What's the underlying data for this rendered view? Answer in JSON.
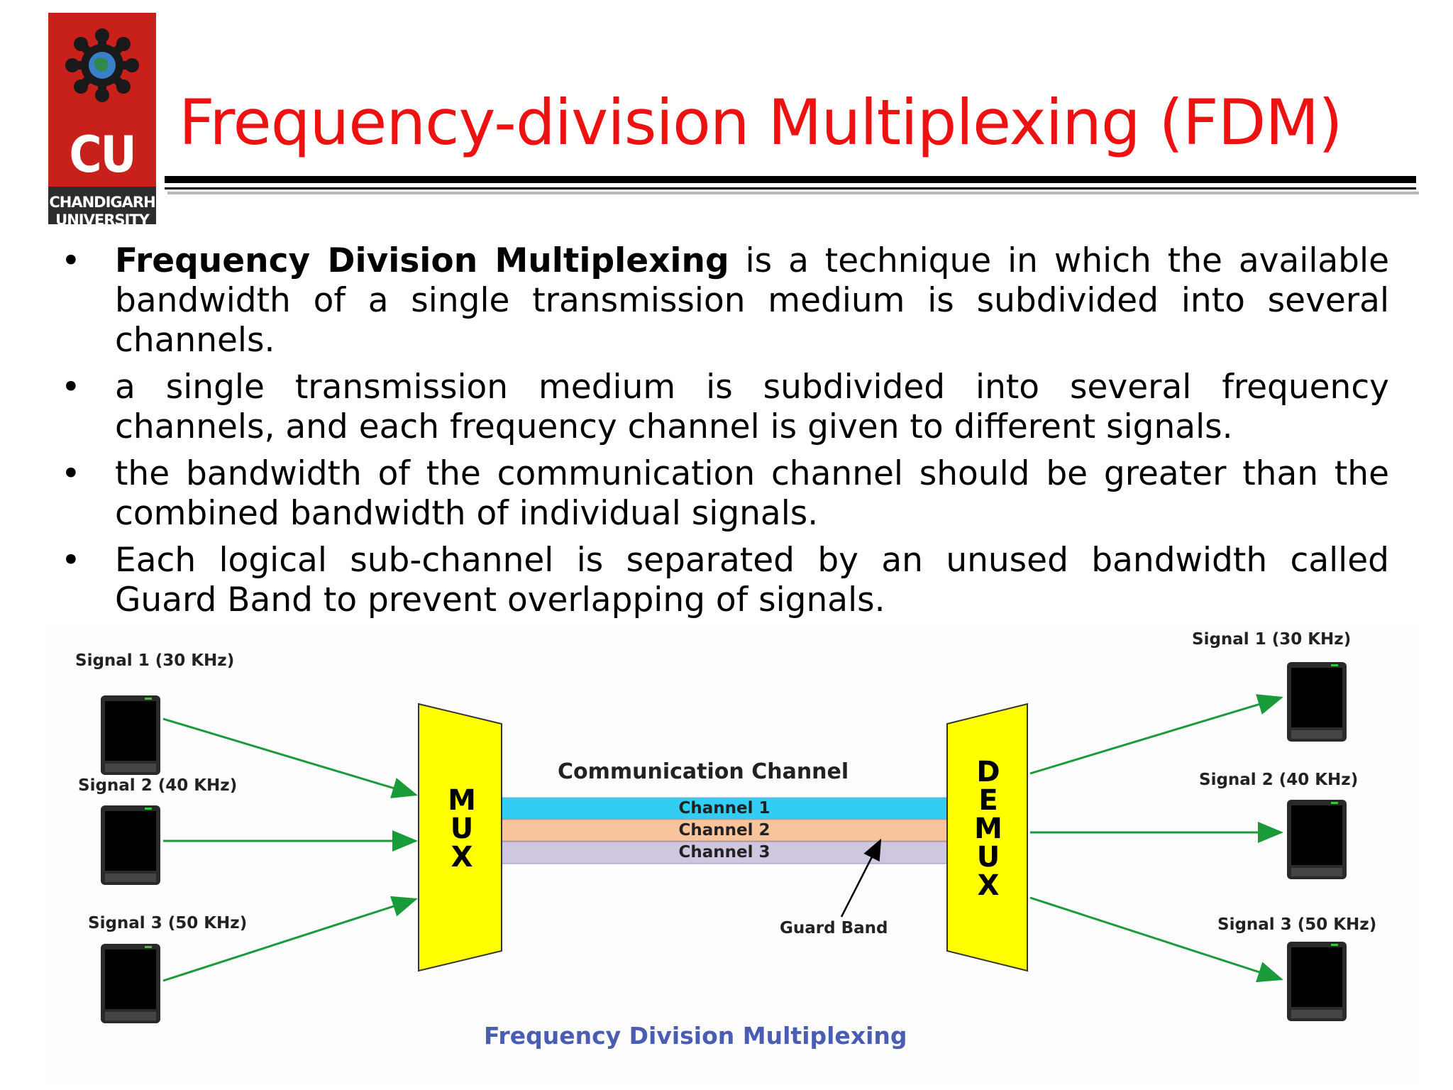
{
  "logo": {
    "abbr": "CU",
    "line1": "CHANDIGARH",
    "line2": "UNIVERSITY"
  },
  "title": "Frequency-division Multiplexing (FDM)",
  "bullets": [
    {
      "bold": "Frequency Division Multiplexing",
      "rest": " is a technique in which the available bandwidth of a single transmission medium is subdivided into several channels."
    },
    {
      "bold": "",
      "rest": "a single transmission medium is subdivided into several frequency channels, and each frequency channel is given to different signals."
    },
    {
      "bold": "",
      "rest": "the bandwidth of the communication channel should be greater than the combined bandwidth of individual signals."
    },
    {
      "bold": "",
      "rest": "Each logical sub-channel is separated by an unused bandwidth called Guard Band to prevent overlapping of signals."
    }
  ],
  "diagram": {
    "inputs": [
      "Signal 1 (30 KHz)",
      "Signal 2 (40 KHz)",
      "Signal 3 (50 KHz)"
    ],
    "outputs": [
      "Signal 1 (30 KHz)",
      "Signal 2 (40 KHz)",
      "Signal 3 (50 KHz)"
    ],
    "mux": "MUX",
    "demux": "DEMUX",
    "channel_title": "Communication Channel",
    "channels": [
      "Channel 1",
      "Channel 2",
      "Channel 3"
    ],
    "guard_band": "Guard Band",
    "caption": "Frequency Division Multiplexing",
    "colors": {
      "channel1": "#33ccf2",
      "channel2": "#f9c39b",
      "channel3": "#cfc6e0",
      "mux": "#ffff00",
      "arrow": "#1a9b3a"
    }
  }
}
